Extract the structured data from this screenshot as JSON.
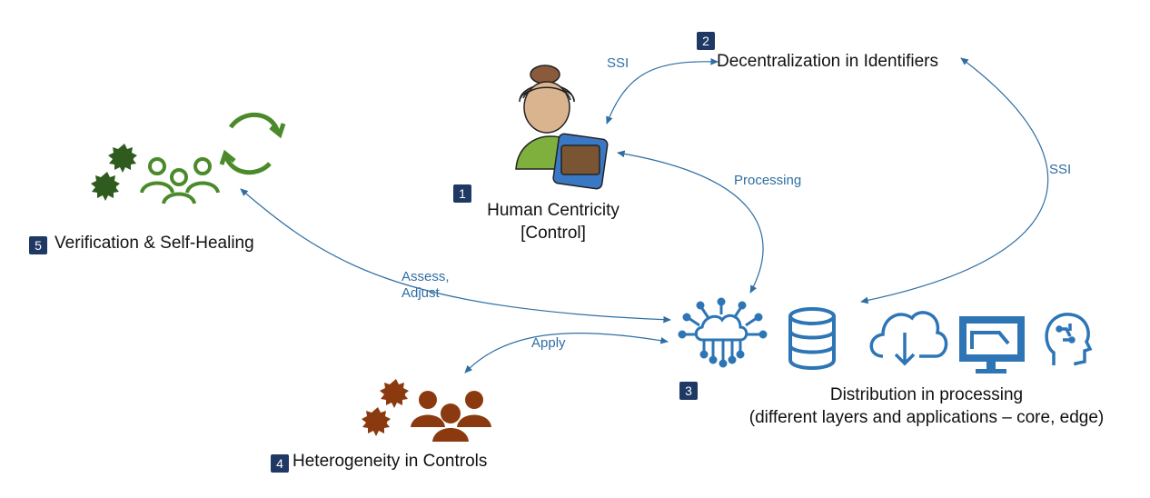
{
  "nodes": {
    "human": {
      "badge": "1",
      "line1": "Human Centricity",
      "line2": "[Control]"
    },
    "decentral": {
      "badge": "2",
      "label": "Decentralization in Identifiers"
    },
    "distribution": {
      "badge": "3",
      "line1": "Distribution in processing",
      "line2": "(different layers and applications – core, edge)"
    },
    "heterogeneity": {
      "badge": "4",
      "label": "Heterogeneity in Controls"
    },
    "verification": {
      "badge": "5",
      "label": "Verification & Self-Healing"
    }
  },
  "edges": {
    "ssi_left": "SSI",
    "ssi_right": "SSI",
    "processing": "Processing",
    "assess": "Assess,",
    "adjust": "Adjust",
    "apply": "Apply"
  },
  "colors": {
    "edge": "#2f6ea3",
    "badge": "#1f3864",
    "green": "#4b8a2a",
    "dark_green": "#2f5b1e",
    "brown": "#8b3a0f",
    "blue_icon": "#2e75b6"
  },
  "icons": [
    "person-wallet-icon",
    "gears-team-icon",
    "refresh-cycle-icon",
    "cloud-network-icon",
    "database-icon",
    "cloud-download-icon",
    "monitor-icon",
    "head-ai-icon"
  ]
}
